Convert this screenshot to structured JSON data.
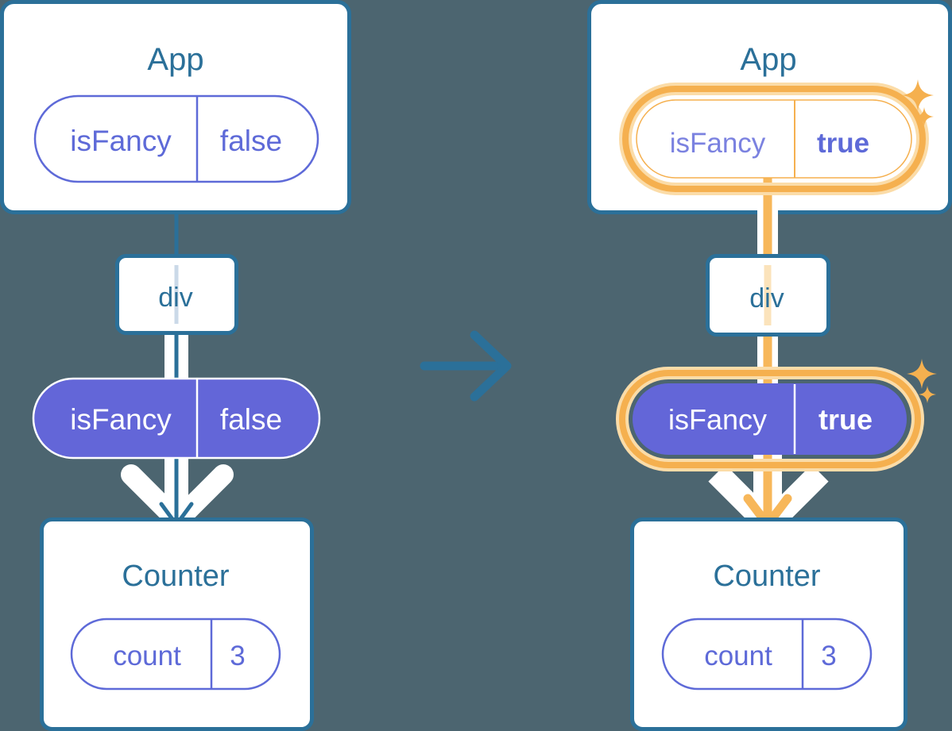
{
  "diagram": {
    "title": "React state propagation diagram",
    "background_color": "#4c6570",
    "arrow_between_panels": "right-arrow",
    "colors": {
      "panel_border": "#2b7099",
      "panel_fill": "#ffffff",
      "heading_text": "#2b7099",
      "pill_outline": "#5e6ad8",
      "pill_text": "#5e6ad8",
      "pill_filled_bg": "#6366d8",
      "pill_filled_text": "#ffffff",
      "highlight_ring": "#f5b04f",
      "highlight_glow": "#fbdca8",
      "edge_blue": "#2b7099",
      "edge_white": "#ffffff",
      "edge_orange": "#f7b75a"
    }
  },
  "panels": [
    {
      "id": "before",
      "root": {
        "name": "App",
        "pill": {
          "key": "isFancy",
          "value": "false",
          "style": "outline",
          "highlighted": false,
          "bold_value": false
        }
      },
      "host": {
        "name": "div"
      },
      "prop": {
        "key": "isFancy",
        "value": "false",
        "style": "filled",
        "highlighted": false,
        "bold_value": false
      },
      "child": {
        "name": "Counter",
        "pill": {
          "key": "count",
          "value": "3",
          "style": "outline",
          "highlighted": false,
          "bold_value": false
        }
      },
      "edge_color": "#2b7099",
      "sparkles": false
    },
    {
      "id": "after",
      "root": {
        "name": "App",
        "pill": {
          "key": "isFancy",
          "value": "true",
          "style": "outline",
          "highlighted": true,
          "bold_value": true
        }
      },
      "host": {
        "name": "div"
      },
      "prop": {
        "key": "isFancy",
        "value": "true",
        "style": "filled",
        "highlighted": true,
        "bold_value": true
      },
      "child": {
        "name": "Counter",
        "pill": {
          "key": "count",
          "value": "3",
          "style": "outline",
          "highlighted": false,
          "bold_value": false
        }
      },
      "edge_color": "#f7b75a",
      "sparkles": true
    }
  ],
  "labels": {
    "app_left": "App",
    "app_right": "App",
    "div_left": "div",
    "div_right": "div",
    "counter_left": "Counter",
    "counter_right": "Counter",
    "isfancy_top_left_key": "isFancy",
    "isfancy_top_left_value": "false",
    "isfancy_top_right_key": "isFancy",
    "isfancy_top_right_value": "true",
    "isfancy_prop_left_key": "isFancy",
    "isfancy_prop_left_value": "false",
    "isfancy_prop_right_key": "isFancy",
    "isfancy_prop_right_value": "true",
    "count_left_key": "count",
    "count_left_value": "3",
    "count_right_key": "count",
    "count_right_value": "3"
  }
}
